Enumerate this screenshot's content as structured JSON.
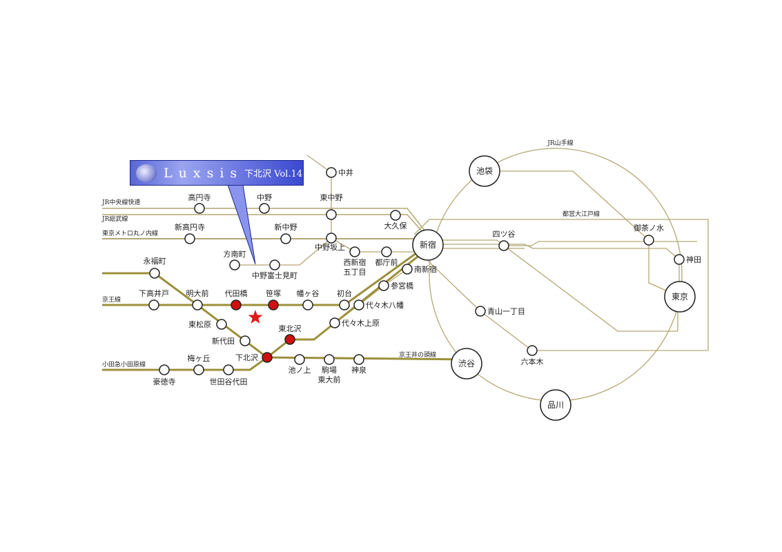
{
  "title": {
    "brand": "Luxsis",
    "subtitle": "下北沢 Vol.14"
  },
  "line_labels": {
    "chuo": "JR中央線快速",
    "sobu": "JR総武線",
    "marunouchi": "東京メトロ丸ノ内線",
    "keio": "京王線",
    "odakyu": "小田急小田原線",
    "inokashira": "京王井の頭線",
    "yamanote": "JR山手線",
    "oedo": "都営大江戸線"
  },
  "stations": {
    "nakai": "中井",
    "koenji": "高円寺",
    "nakano": "中野",
    "higashinakano": "東中野",
    "okubo": "大久保",
    "shinkoenji": "新高円寺",
    "shinnakano": "新中野",
    "nakanosakaue": "中野坂上",
    "nishishinjuku5": "西新宿\n五丁目",
    "tochomae": "都庁前",
    "honancho": "方南町",
    "nakanofujimicho": "中野富士見町",
    "shinjuku": "新宿",
    "minamishinjuku": "南新宿",
    "sangubashi": "参宮橋",
    "eifukucho": "永福町",
    "shimotakaido": "下高井戸",
    "meidaimae": "明大前",
    "daitabashi": "代田橋",
    "sasazuka": "笹塚",
    "hatagaya": "幡ヶ谷",
    "hatsudai": "初台",
    "yoyogihachiman": "代々木八幡",
    "higashimatsubara": "東松原",
    "yoyogiuehara": "代々木上原",
    "shindaita": "新代田",
    "higashikitazawa": "東北沢",
    "shimokitazawa": "下北沢",
    "ikenoue": "池ノ上",
    "komaba": "駒場\n東大前",
    "shinsen": "神泉",
    "gotokuji": "豪徳寺",
    "umegaoka": "梅ヶ丘",
    "setagayadaita": "世田谷代田",
    "shibuya": "渋谷",
    "ikebukuro": "池袋",
    "yotsuya": "四ツ谷",
    "ochanomizu": "御茶ノ水",
    "kanda": "神田",
    "tokyo": "東京",
    "aoyama1": "青山一丁目",
    "roppongi": "六本木",
    "shinagawa": "品川"
  },
  "highlight_stations": [
    "daitabashi",
    "sasazuka",
    "higashikitazawa",
    "shimokitazawa"
  ],
  "colors": {
    "main_line": "#9c8f3a",
    "thin_line": "#b3a772",
    "highlight": "#d01010",
    "star": "#e01818",
    "title_bg": "#4a58d8"
  }
}
